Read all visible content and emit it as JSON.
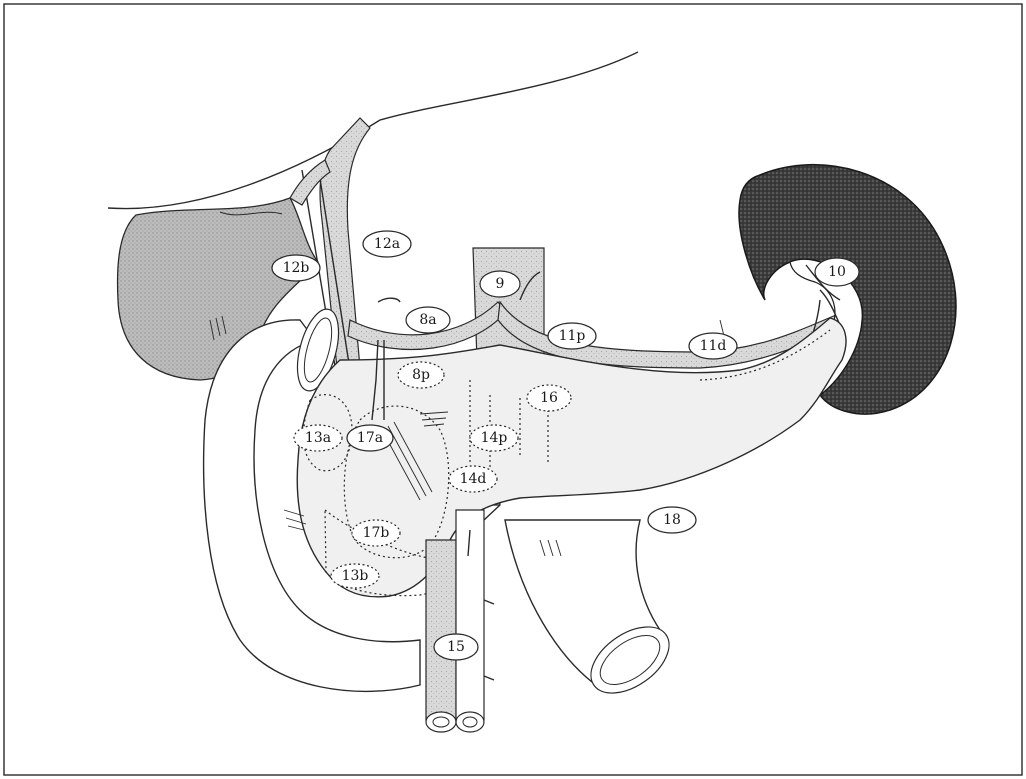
{
  "labels": [
    {
      "id": "12a",
      "text": "12a"
    },
    {
      "id": "12b",
      "text": "12b"
    },
    {
      "id": "9",
      "text": "9"
    },
    {
      "id": "10",
      "text": "10"
    },
    {
      "id": "8a",
      "text": "8a"
    },
    {
      "id": "11p",
      "text": "11p"
    },
    {
      "id": "11d",
      "text": "11d"
    },
    {
      "id": "8p",
      "text": "8p"
    },
    {
      "id": "16",
      "text": "16"
    },
    {
      "id": "13a",
      "text": "13a"
    },
    {
      "id": "17a",
      "text": "17a"
    },
    {
      "id": "14p",
      "text": "14p"
    },
    {
      "id": "14d",
      "text": "14d"
    },
    {
      "id": "17b",
      "text": "17b"
    },
    {
      "id": "13b",
      "text": "13b"
    },
    {
      "id": "18",
      "text": "18"
    },
    {
      "id": "15",
      "text": "15"
    }
  ]
}
